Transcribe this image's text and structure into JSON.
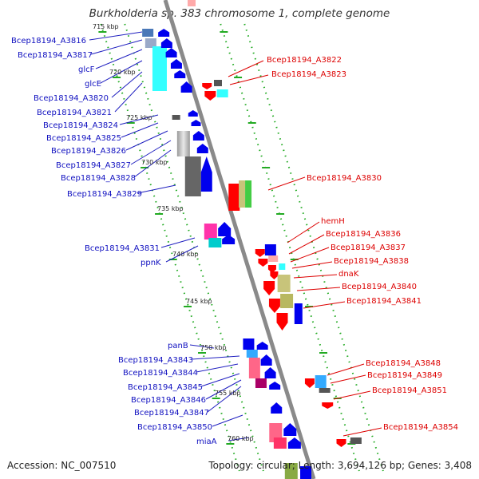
{
  "title": "Burkholderia sp. 383 chromosome 1, complete genome",
  "footer": {
    "accession": "Accession: NC_007510",
    "summary": "Topology: circular; Length: 3,694,126 bp; Genes: 3,408"
  },
  "colors": {
    "backbone": "#8a8a8a",
    "tick": "#22aa22",
    "left_label": "#1010c0",
    "right_label": "#dd0000",
    "leader_left": "#2020c0",
    "leader_right": "#dd0000"
  },
  "scale_labels": [
    "715 kbp",
    "720 kbp",
    "725 kbp",
    "730 kbp",
    "735 kbp",
    "740 kbp",
    "745 kbp",
    "750 kbp",
    "755 kbp",
    "760 kbp"
  ],
  "left_labels": [
    "Bcep18194_A3816",
    "Bcep18194_A3817",
    "glcF",
    "glcE",
    "Bcep18194_A3820",
    "Bcep18194_A3821",
    "Bcep18194_A3824",
    "Bcep18194_A3825",
    "Bcep18194_A3826",
    "Bcep18194_A3827",
    "Bcep18194_A3828",
    "Bcep18194_A3829",
    "Bcep18194_A3831",
    "ppnK",
    "panB",
    "Bcep18194_A3843",
    "Bcep18194_A3844",
    "Bcep18194_A3845",
    "Bcep18194_A3846",
    "Bcep18194_A3847",
    "Bcep18194_A3850",
    "miaA"
  ],
  "right_labels": [
    "Bcep18194_A3822",
    "Bcep18194_A3823",
    "Bcep18194_A3830",
    "hemH",
    "Bcep18194_A3836",
    "Bcep18194_A3837",
    "Bcep18194_A3838",
    "dnaK",
    "Bcep18194_A3840",
    "Bcep18194_A3841",
    "Bcep18194_A3848",
    "Bcep18194_A3849",
    "Bcep18194_A3851",
    "Bcep18194_A3854"
  ]
}
